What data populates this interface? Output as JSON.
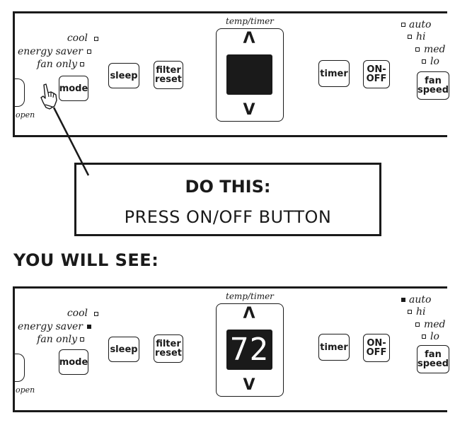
{
  "callout": {
    "heading": "DO THIS:",
    "instruction": "PRESS ON/OFF BUTTON"
  },
  "result_heading": "YOU WILL SEE:",
  "panel_labels": {
    "cool": "cool",
    "energy_saver": "energy saver",
    "fan_only": "fan only",
    "open": "open",
    "temp_timer": "temp/timer",
    "auto": "auto",
    "hi": "hi",
    "med": "med",
    "lo": "lo"
  },
  "buttons": {
    "mode": "mode",
    "sleep": "sleep",
    "filter_reset_1": "filter",
    "filter_reset_2": "reset",
    "timer": "timer",
    "on_off_1": "ON-",
    "on_off_2": "OFF",
    "fan_speed_1": "fan",
    "fan_speed_2": "speed"
  },
  "icons": {
    "up_arrow": "Λ",
    "down_arrow": "V"
  },
  "panel_before": {
    "display": "",
    "cool_on": false,
    "energy_saver_on": false,
    "fan_only_on": false,
    "auto_on": false,
    "hi_on": false,
    "med_on": false,
    "lo_on": false
  },
  "panel_after": {
    "display": "72",
    "cool_on": false,
    "energy_saver_on": true,
    "fan_only_on": false,
    "auto_on": true,
    "hi_on": false,
    "med_on": false,
    "lo_on": false
  },
  "colors": {
    "ink": "#1a1a1a",
    "display_text": "#ffffff"
  }
}
